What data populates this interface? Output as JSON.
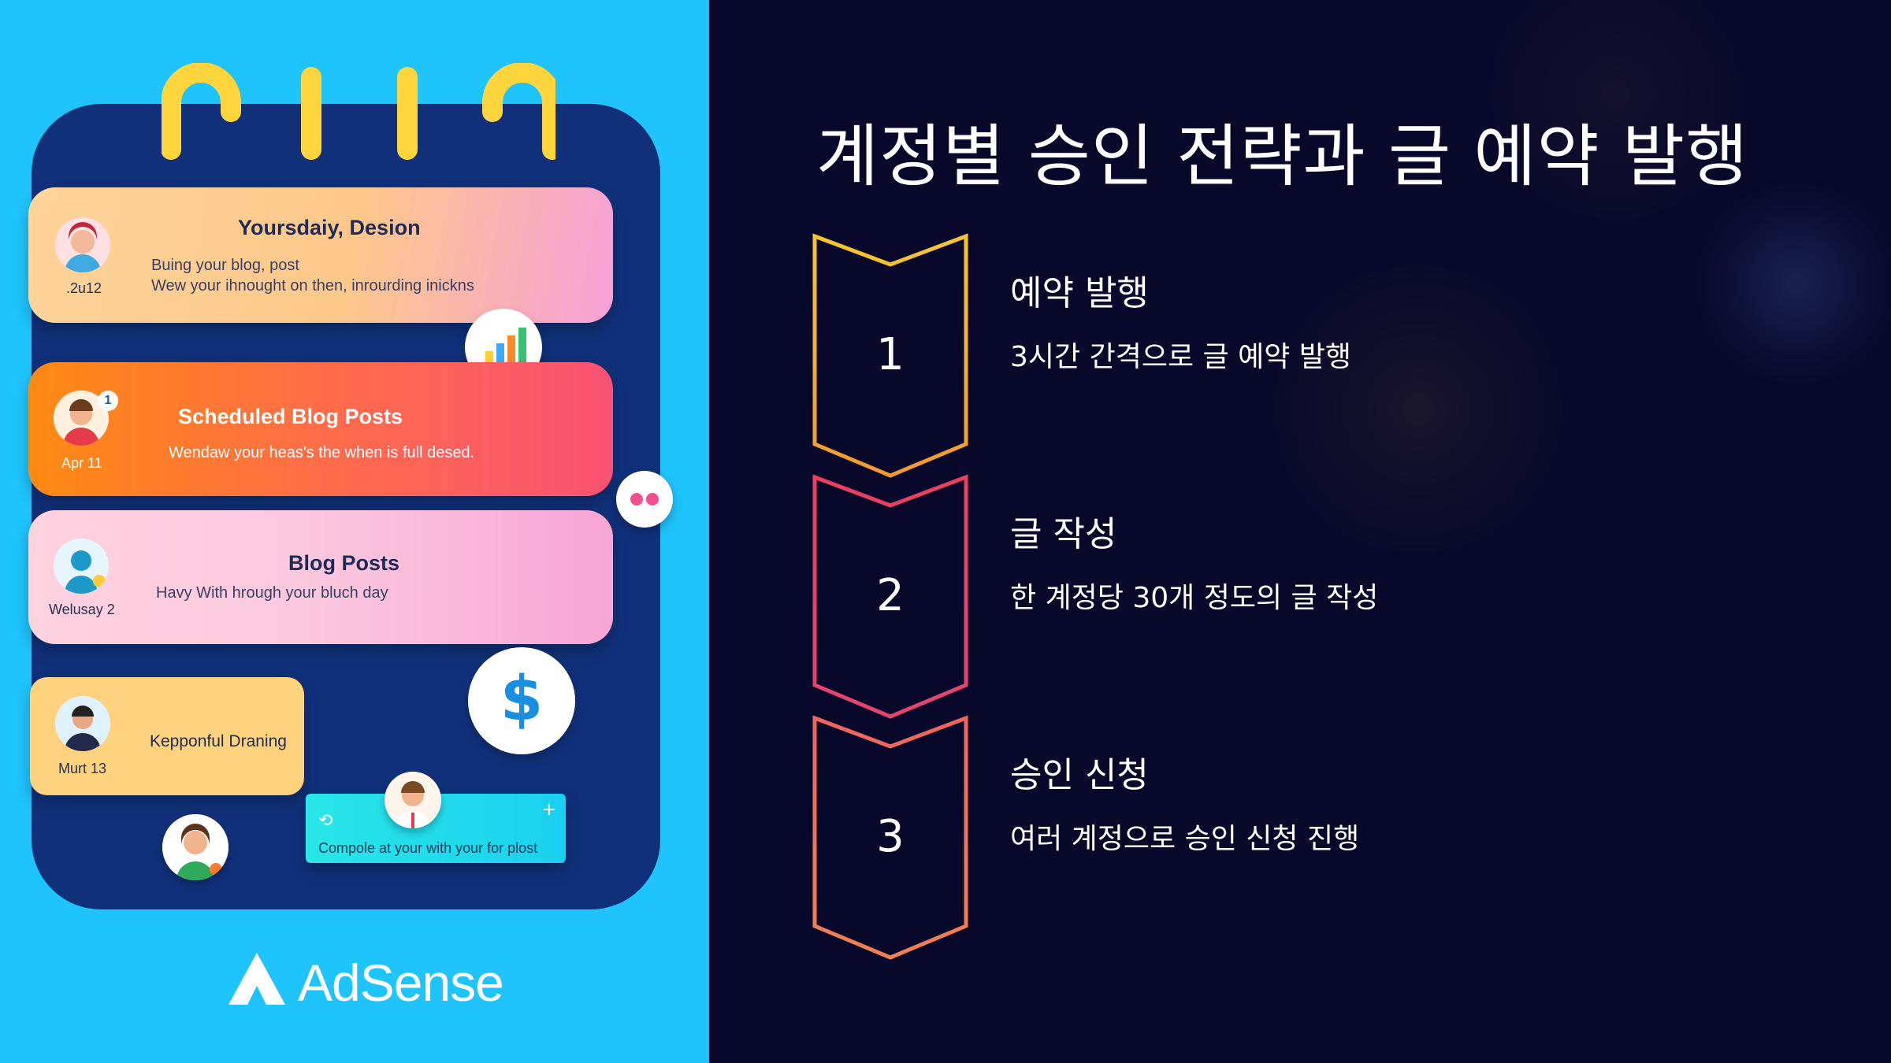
{
  "illustration": {
    "cards": [
      {
        "title": "Yoursdaiy, Desion",
        "line1": "Buing your blog, post",
        "line2": "Wew your ihnought on then, inrourding inickns",
        "date": ".2u12"
      },
      {
        "title": "Scheduled Blog Posts",
        "line1": "Wendaw your heas's the when is full desed.",
        "date": "Apr 11",
        "badge": "1"
      },
      {
        "title": "Blog Posts",
        "line1": "Havy With hrough your bluch day",
        "date": "Welusay 2"
      },
      {
        "title": "Kepponful Draning",
        "date": "Murt 13"
      },
      {
        "title": "Compole at your with your for plost"
      }
    ],
    "brand": "AdSense",
    "colors": {
      "background": "#1ec4fb",
      "planner": "#10317a",
      "rings": "#ffd53d"
    }
  },
  "slide": {
    "title": "계정별 승인 전략과 글 예약 발행",
    "steps": [
      {
        "number": "1",
        "title": "예약 발행",
        "description": "3시간 간격으로 글 예약 발행",
        "color": "#f6b52f"
      },
      {
        "number": "2",
        "title": "글 작성",
        "description": "한 계정당 30개 정도의 글 작성",
        "color": "#e8405e"
      },
      {
        "number": "3",
        "title": "승인 신청",
        "description": "여러 계정으로 승인 신청 진행",
        "color": "#f2705a"
      }
    ]
  }
}
